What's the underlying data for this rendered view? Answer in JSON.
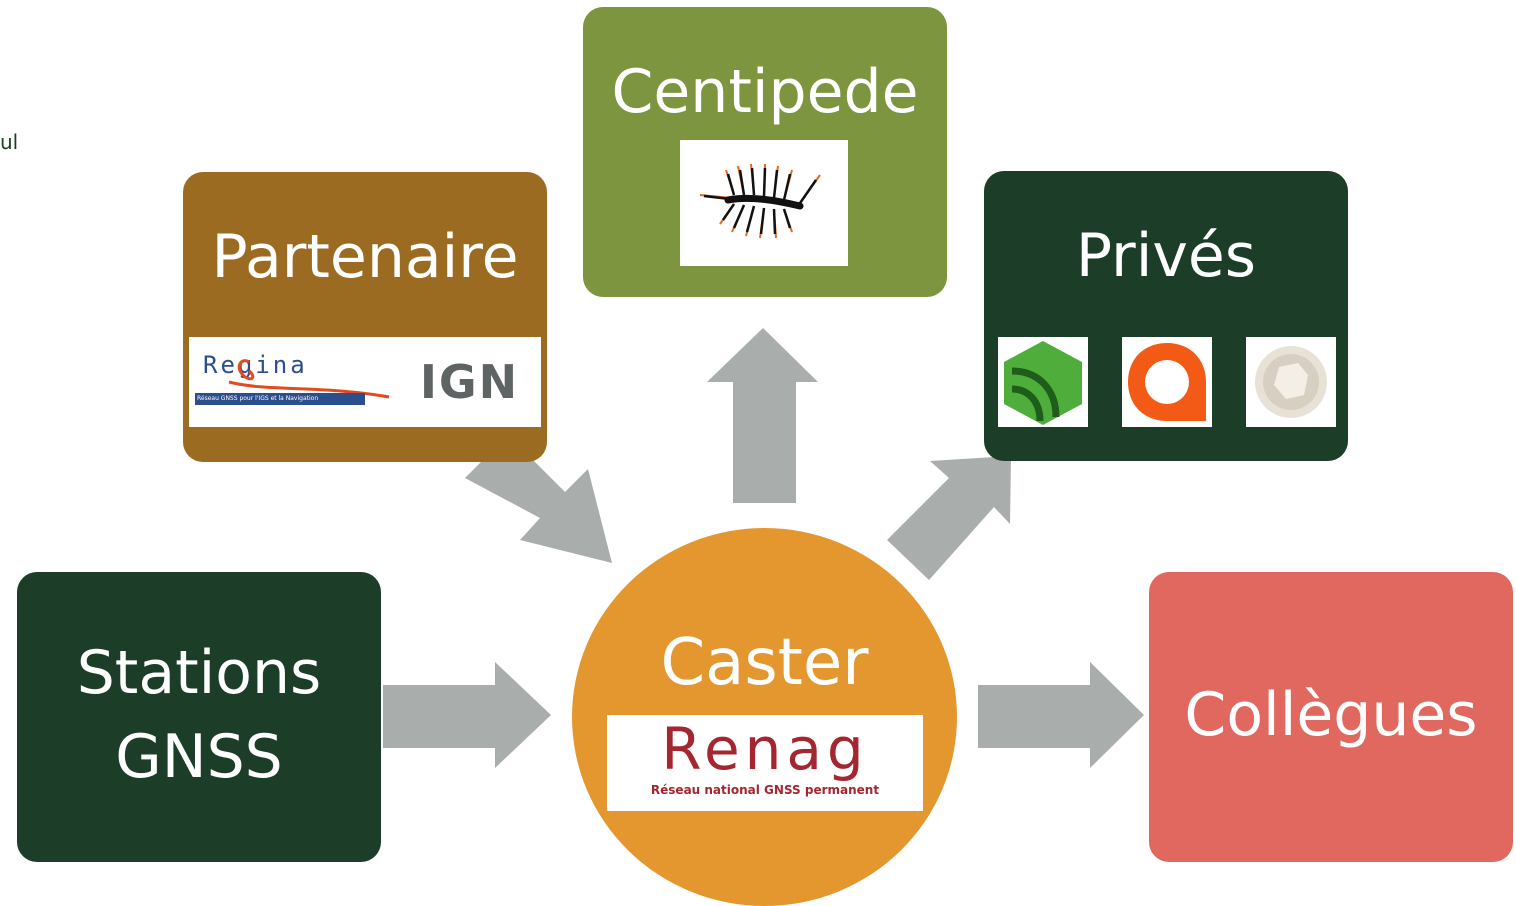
{
  "fragment_text": "ul",
  "colors": {
    "arrow": "#a9aeac",
    "dark_green": "#1c3d28",
    "olive_green": "#7c953e",
    "brown": "#9a6b20",
    "orange": "#e5972f",
    "salmon": "#e0685f",
    "renag_red": "#a32631"
  },
  "nodes": {
    "stations": {
      "line1": "Stations",
      "line2": "GNSS"
    },
    "partenaire": {
      "title": "Partenaire",
      "logos": [
        {
          "name": "regina-logo",
          "text": "Regina",
          "subtext": "Réseau GNSS pour l'IGS et la Navigation"
        },
        {
          "name": "ign-logo",
          "text": "IGN"
        }
      ]
    },
    "centipede": {
      "title": "Centipede",
      "logo": "centipede-icon"
    },
    "prives": {
      "title": "Privés",
      "logos": [
        "green-hexagon-logo",
        "orange-pin-logo",
        "grey-gear-map-logo"
      ]
    },
    "caster": {
      "title": "Caster",
      "logo_text": "Renag",
      "logo_subtext": "Réseau national GNSS permanent"
    },
    "collegues": {
      "title": "Collègues"
    }
  },
  "edges": [
    {
      "from": "Stations GNSS",
      "to": "Caster"
    },
    {
      "from": "Partenaire",
      "to": "Caster"
    },
    {
      "from": "Caster",
      "to": "Centipede"
    },
    {
      "from": "Caster",
      "to": "Privés"
    },
    {
      "from": "Caster",
      "to": "Collègues"
    }
  ]
}
